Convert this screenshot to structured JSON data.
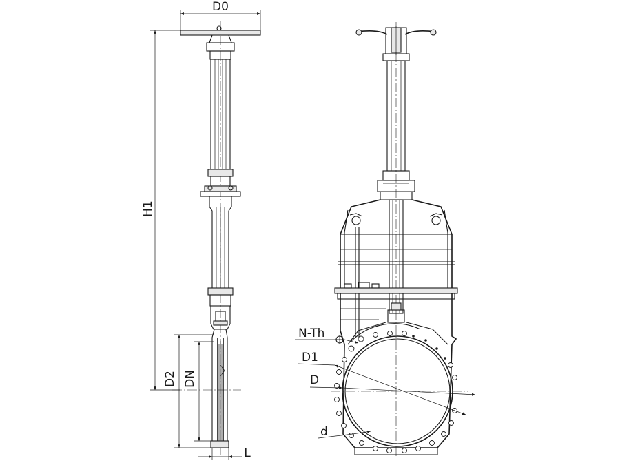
{
  "labels": {
    "d0": "D0",
    "h1": "H1",
    "d2": "D2",
    "dn": "DN",
    "l": "L",
    "nth": "N-Th",
    "d1": "D1",
    "d": "D",
    "small_d": "d"
  }
}
